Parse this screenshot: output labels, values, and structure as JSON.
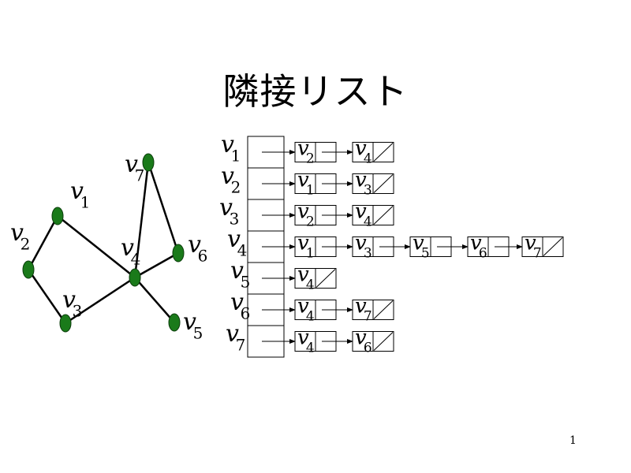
{
  "title": "隣接リスト",
  "page_number": "1",
  "colors": {
    "node_fill": "#1a7a1a",
    "stroke": "#000000",
    "background": "#ffffff"
  },
  "graph": {
    "nodes": [
      {
        "id": "v1",
        "base": "v",
        "sub": "1"
      },
      {
        "id": "v2",
        "base": "v",
        "sub": "2"
      },
      {
        "id": "v3",
        "base": "v",
        "sub": "3"
      },
      {
        "id": "v4",
        "base": "v",
        "sub": "4"
      },
      {
        "id": "v5",
        "base": "v",
        "sub": "5"
      },
      {
        "id": "v6",
        "base": "v",
        "sub": "6"
      },
      {
        "id": "v7",
        "base": "v",
        "sub": "7"
      }
    ],
    "edges": [
      [
        "v1",
        "v2"
      ],
      [
        "v1",
        "v4"
      ],
      [
        "v2",
        "v3"
      ],
      [
        "v3",
        "v4"
      ],
      [
        "v4",
        "v5"
      ],
      [
        "v4",
        "v6"
      ],
      [
        "v4",
        "v7"
      ],
      [
        "v6",
        "v7"
      ]
    ]
  },
  "adjacency_list": [
    {
      "vertex": {
        "base": "v",
        "sub": "1"
      },
      "neighbors": [
        {
          "base": "v",
          "sub": "2"
        },
        {
          "base": "v",
          "sub": "4"
        }
      ]
    },
    {
      "vertex": {
        "base": "v",
        "sub": "2"
      },
      "neighbors": [
        {
          "base": "v",
          "sub": "1"
        },
        {
          "base": "v",
          "sub": "3"
        }
      ]
    },
    {
      "vertex": {
        "base": "v",
        "sub": "3"
      },
      "neighbors": [
        {
          "base": "v",
          "sub": "2"
        },
        {
          "base": "v",
          "sub": "4"
        }
      ]
    },
    {
      "vertex": {
        "base": "v",
        "sub": "4"
      },
      "neighbors": [
        {
          "base": "v",
          "sub": "1"
        },
        {
          "base": "v",
          "sub": "3"
        },
        {
          "base": "v",
          "sub": "5"
        },
        {
          "base": "v",
          "sub": "6"
        },
        {
          "base": "v",
          "sub": "7"
        }
      ]
    },
    {
      "vertex": {
        "base": "v",
        "sub": "5"
      },
      "neighbors": [
        {
          "base": "v",
          "sub": "4"
        }
      ]
    },
    {
      "vertex": {
        "base": "v",
        "sub": "6"
      },
      "neighbors": [
        {
          "base": "v",
          "sub": "4"
        },
        {
          "base": "v",
          "sub": "7"
        }
      ]
    },
    {
      "vertex": {
        "base": "v",
        "sub": "7"
      },
      "neighbors": [
        {
          "base": "v",
          "sub": "4"
        },
        {
          "base": "v",
          "sub": "6"
        }
      ]
    }
  ]
}
